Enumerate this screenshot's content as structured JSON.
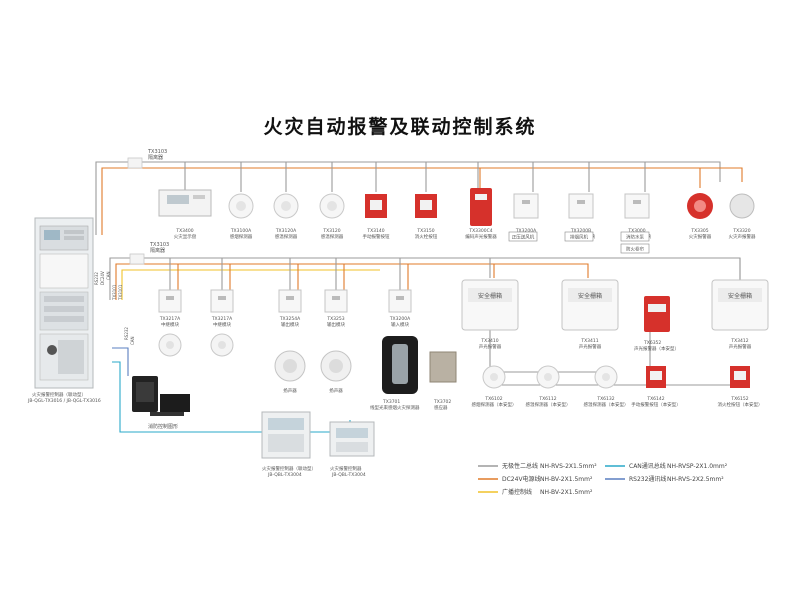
{
  "title": "火灾自动报警及联动控制系统",
  "bus_labels": {
    "top": "TX3103",
    "top_sub": "隔离器",
    "mid": "TX3103",
    "mid_sub": "隔离器"
  },
  "panel": {
    "caption_line1": "火灾报警控制器（联动型）",
    "caption_line2": "JB-QGL-TX3016 / JB-QGL-TX3016"
  },
  "pc": {
    "caption": "消防控制图形"
  },
  "row1": [
    {
      "code": "TX3400",
      "name": "火灾显示盘"
    },
    {
      "code": "TX3100A",
      "name": "感烟探测器"
    },
    {
      "code": "TX3120A",
      "name": "感温探测器"
    },
    {
      "code": "TX3120",
      "name": "感温探测器"
    },
    {
      "code": "TX3140",
      "name": "手动报警按钮"
    },
    {
      "code": "TX3150",
      "name": "消火栓按钮"
    },
    {
      "code": "TX3300C4",
      "name": "编码声光报警器"
    },
    {
      "code": "TX3200A",
      "name": "输入模块"
    },
    {
      "code": "TX3200B",
      "name": "输入/输出模块"
    },
    {
      "code": "TX3000",
      "name": "输入/输出模块"
    },
    {
      "code": "TX3305",
      "name": "火灾报警器"
    },
    {
      "code": "TX3320",
      "name": "火灾声报警器"
    }
  ],
  "row1_boxes": [
    "正压送风机",
    "排烟风机",
    "消防水泵",
    "防火卷帘"
  ],
  "row2": [
    {
      "code": "TX3217A",
      "name": "中继模块"
    },
    {
      "code": "TX3217A",
      "name": "中继模块"
    },
    {
      "code": "TX3254A",
      "name": "输出模块"
    },
    {
      "code": "TX3253",
      "name": "输出模块"
    },
    {
      "code": "TX3200A",
      "name": "输入模块"
    }
  ],
  "speakers": [
    "扬声器",
    "扬声器"
  ],
  "safety_boxes": [
    {
      "head": "安全栅箱",
      "code": "TX3410",
      "name": "声光报警器"
    },
    {
      "head": "安全栅箱",
      "code": "TX3411",
      "name": "声光报警器"
    },
    {
      "head": "安全栅箱",
      "code": "TX3412",
      "name": "声光报警器"
    }
  ],
  "beam": {
    "code": "TX3701",
    "name": "线型光束感烟火灾探测器"
  },
  "gas": {
    "code": "TX3702",
    "name": "感应器"
  },
  "row3": [
    {
      "code": "TX6102",
      "name": "感烟探测器（本安型）"
    },
    {
      "code": "TX6112",
      "name": "感温探测器（本安型）"
    },
    {
      "code": "TX6132",
      "name": "感温探测器（本安型）"
    },
    {
      "code": "TX6142",
      "name": "手动报警按钮（本安型）"
    },
    {
      "code": "TX6152",
      "name": "消火栓按钮（本安型）"
    }
  ],
  "red_box": {
    "code": "TX6352",
    "name": "声光报警器（本安型）"
  },
  "sub_panels": [
    {
      "line1": "火灾报警控制器（联动型）",
      "line2": "JB-QBL-TX3004"
    },
    {
      "line1": "火灾报警控制器",
      "line2": "JB-QBL-TX3004"
    }
  ],
  "panel_wire_labels": [
    "RS232",
    "DC24V",
    "CAN",
    "TX3101",
    "TX3101",
    "RS232",
    "CAN"
  ],
  "legend": [
    {
      "name": "无极性二总线",
      "spec": "NH-RVS-2X1.5mm²",
      "color": "#9b9b9b"
    },
    {
      "name": "DC24V电源线",
      "spec": "NH-BV-2X1.5mm²",
      "color": "#e07b2a"
    },
    {
      "name": "广播控制线",
      "spec": "NH-BV-2X1.5mm²",
      "color": "#f0c22a"
    },
    {
      "name": "CAN通讯总线",
      "spec": "NH-RVSP-2X1.0mm²",
      "color": "#2aa9c9"
    },
    {
      "name": "RS232通讯线",
      "spec": "NH-RVS-2X2.5mm²",
      "color": "#5a7fc0"
    }
  ],
  "colors": {
    "bus": "#9b9b9b",
    "power": "#e07b2a",
    "broadcast": "#f0c22a",
    "can": "#2aa9c9",
    "rs232": "#5a7fc0",
    "alarm_red": "#d6312b"
  }
}
